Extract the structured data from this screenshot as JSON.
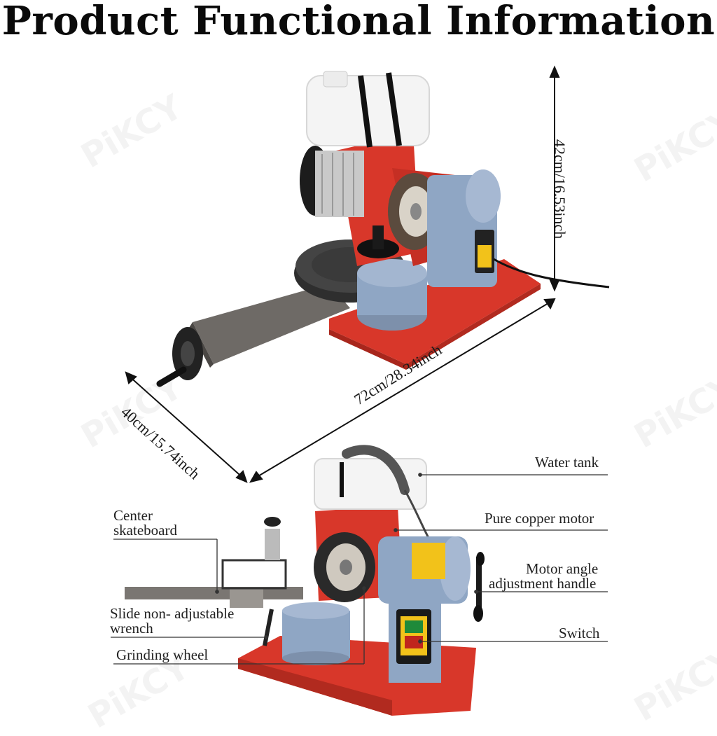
{
  "title": "Product Functional Information",
  "watermark": "PiKCY",
  "dimensions": {
    "height": "42cm/16.53inch",
    "length": "72cm/28.34inch",
    "width": "40cm/15.74inch"
  },
  "callouts": {
    "water_tank": "Water tank",
    "motor": "Pure copper motor",
    "angle_handle_line1": "Motor angle",
    "angle_handle_line2": "adjustment handle",
    "switch": "Switch",
    "center_line1": "Center",
    "center_line2": "skateboard",
    "wrench_line1": "Slide non- adjustable",
    "wrench_line2": "wrench",
    "grinding_wheel": "Grinding wheel"
  },
  "colors": {
    "machine_red": "#d8372a",
    "motor_blue": "#8fa6c4",
    "tank_white": "#f4f4f4",
    "switch_yellow": "#f2c21a"
  }
}
